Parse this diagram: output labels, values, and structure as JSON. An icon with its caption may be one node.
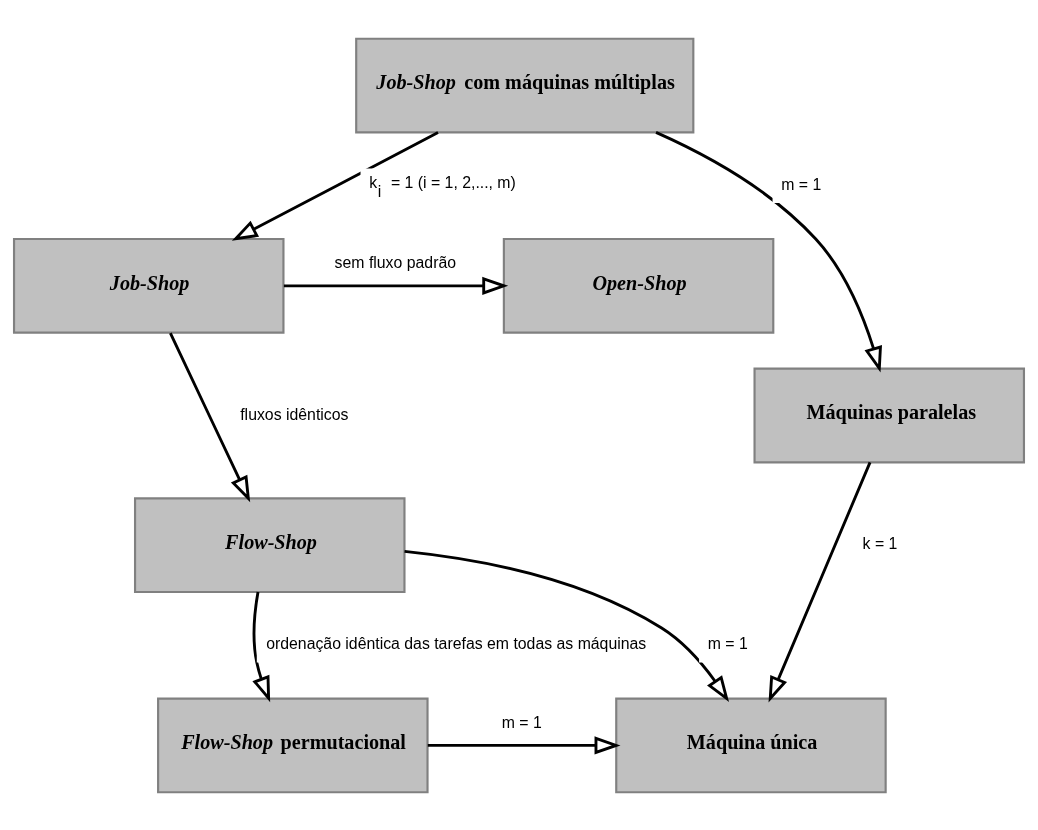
{
  "diagram": {
    "nodes": [
      {
        "text": [
          "*Job-Shop* com máquinas múltiplas"
        ]
      },
      {
        "text": [
          "Open-Shop"
        ]
      },
      {
        "text": [
          "Job-Shop"
        ]
      },
      {
        "text": [
          "Máquinas paralelas"
        ]
      },
      {
        "text": [
          "Flow-Shop"
        ]
      },
      {
        "text": [
          "*Flow-Shop* permutacional"
        ]
      },
      {
        "text": [
          "Máquina única"
        ]
      }
    ],
    "edges": [
      {
        "from": 0,
        "to": 2,
        "arrow": "to",
        "label": "k$_{i}$ = 1 (i = 1, 2,..., m)"
      },
      {
        "from": 0,
        "to": 3,
        "arrow": "to",
        "label": "m = 1"
      },
      {
        "from": 2,
        "to": 1,
        "arrow": "to",
        "label": "sem fluxo padrão"
      },
      {
        "from": 2,
        "to": 4,
        "arrow": "to",
        "label": "fluxos idênticos"
      },
      {
        "from": 4,
        "to": 5,
        "arrow": "to",
        "label": "ordenação idêntica das tarefas em todas as máquinas"
      },
      {
        "from": 4,
        "to": 6,
        "arrow": "to",
        "label": "m = 1"
      },
      {
        "from": 5,
        "to": 6,
        "arrow": "to",
        "label": "m = 1"
      },
      {
        "from": 3,
        "to": 6,
        "arrow": "to",
        "label": "k = 1"
      }
    ]
  }
}
